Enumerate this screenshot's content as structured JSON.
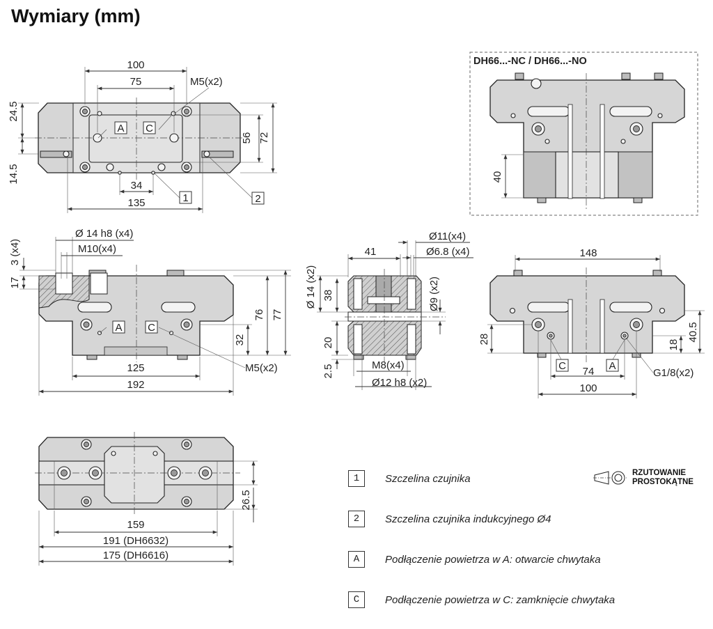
{
  "title": "Wymiary (mm)",
  "top_view": {
    "dims": {
      "d100": "100",
      "d75": "75",
      "m5x2": "M5(x2)",
      "d24_5": "24.5",
      "d14_5": "14.5",
      "d56": "56",
      "d72": "72",
      "d34": "34",
      "d135": "135"
    },
    "ports": {
      "a": "A",
      "c": "C"
    },
    "callouts": {
      "one": "1",
      "two": "2"
    }
  },
  "variant_view": {
    "label": "DH66...-NC / DH66...-NO",
    "d40": "40"
  },
  "front_view": {
    "dims": {
      "d14h8": "Ø 14 h8 (x4)",
      "m10x4": "M10(x4)",
      "d3x4": "3 (x4)",
      "d17": "17",
      "d32": "32",
      "d76": "76",
      "d77": "77",
      "m5x2": "M5(x2)",
      "d125": "125",
      "d192": "192"
    },
    "ports": {
      "a": "A",
      "c": "C"
    }
  },
  "section_view": {
    "dims": {
      "d41": "41",
      "d11x4": "Ø11(x4)",
      "d6_8x4": "Ø6.8 (x4)",
      "d14x2": "Ø 14 (x2)",
      "d38": "38",
      "d9x2": "Ø9 (x2)",
      "d20": "20",
      "d2_5": "2.5",
      "m8x4": "M8(x4)",
      "d12h8": "Ø12 h8 (x2)"
    }
  },
  "rear_view": {
    "dims": {
      "d148": "148",
      "d28": "28",
      "d40_5": "40.5",
      "d18": "18",
      "d74": "74",
      "d100": "100",
      "g18": "G1/8(x2)"
    },
    "ports": {
      "a": "A",
      "c": "C"
    }
  },
  "bottom_view": {
    "dims": {
      "d159": "159",
      "d191": "191 (DH6632)",
      "d175": "175 (DH6616)",
      "d26_5": "26.5"
    }
  },
  "legend": [
    {
      "key": "1",
      "text": "Szczelina czujnika"
    },
    {
      "key": "2",
      "text": "Szczelina czujnika indukcyjnego Ø4"
    },
    {
      "key": "A",
      "text": "Podłączenie powietrza w A: otwarcie chwytaka"
    },
    {
      "key": "C",
      "text": "Podłączenie powietrza w C: zamknięcie chwytaka"
    }
  ],
  "projection": {
    "line1": "RZUTOWANIE",
    "line2": "PROSTOKĄTNE"
  }
}
